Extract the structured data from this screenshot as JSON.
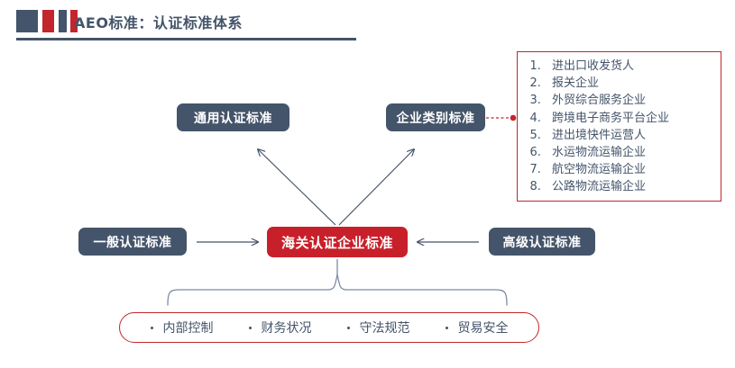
{
  "header": {
    "title": "AEO标准：认证标准体系",
    "accent_blue": "#44546A",
    "accent_red": "#C3252D",
    "blocks": [
      "block-blue-wide",
      "block-red-wide",
      "block-blue-narrow",
      "block-red-narrow"
    ]
  },
  "diagram": {
    "nodes": {
      "general": "通用认证标准",
      "category": "企业类别标准",
      "center": "海关认证企业标准",
      "basic": "一般认证标准",
      "advanced": "高级认证标准"
    },
    "colors": {
      "node_slate": "#44546A",
      "node_red": "#C8202A",
      "border_red": "#C0272D",
      "connector": "#44546A",
      "text_body": "#44546A"
    },
    "connectors": [
      {
        "name": "arrow-center-to-general",
        "kind": "arrow-diagonal-up-left"
      },
      {
        "name": "arrow-center-to-category",
        "kind": "arrow-diagonal-up-right"
      },
      {
        "name": "arrow-basic-to-center",
        "kind": "arrow-right"
      },
      {
        "name": "arrow-advanced-to-center",
        "kind": "arrow-left"
      },
      {
        "name": "dashed-category-to-list",
        "kind": "dashed-line-with-dot"
      },
      {
        "name": "brace-center-to-bottom",
        "kind": "curly-brace"
      }
    ]
  },
  "category_list": {
    "items": [
      "进出口收发货人",
      "报关企业",
      "外贸综合服务企业",
      "跨境电子商务平台企业",
      "进出境快件运营人",
      "水运物流运输企业",
      "航空物流运输企业",
      "公路物流运输企业"
    ]
  },
  "criteria": {
    "items": [
      "内部控制",
      "财务状况",
      "守法规范",
      "贸易安全"
    ]
  }
}
